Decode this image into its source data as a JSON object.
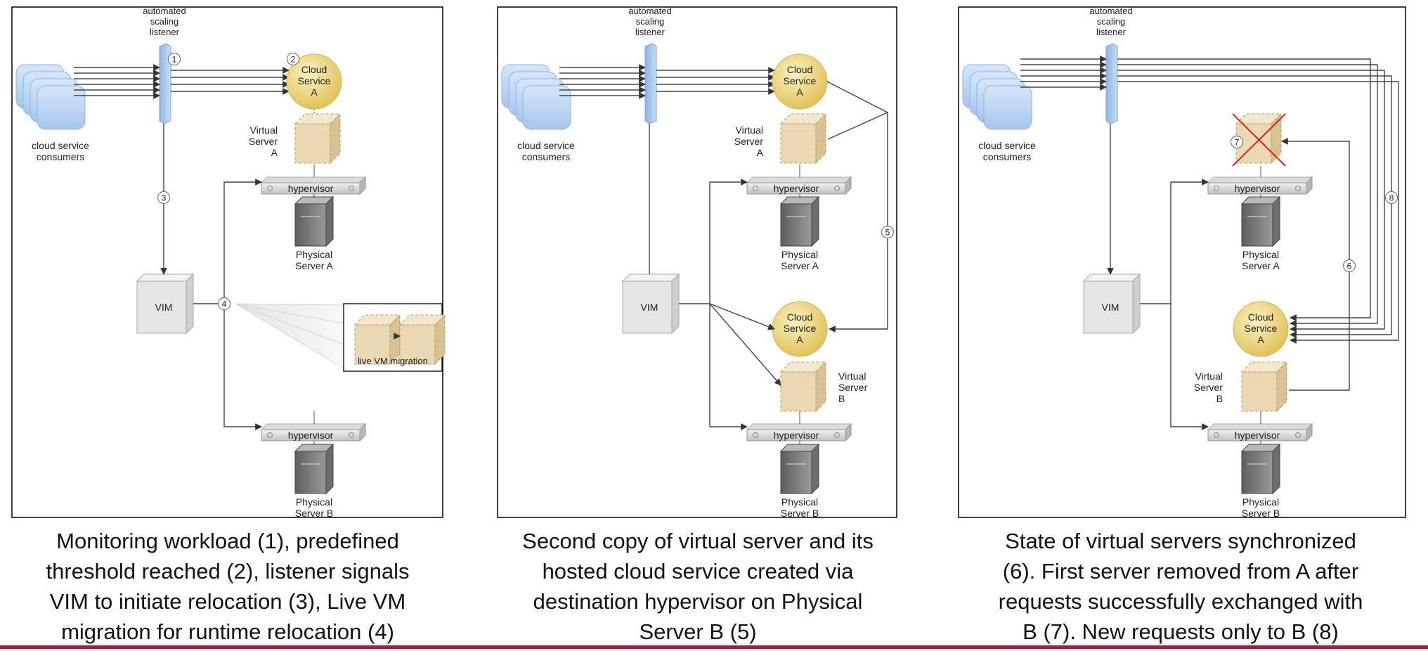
{
  "panels": [
    {
      "listener_label": [
        "automated",
        "scaling",
        "listener"
      ],
      "consumers_label": [
        "cloud service",
        "consumers"
      ],
      "cloud_top": [
        "Cloud",
        "Service",
        "A"
      ],
      "vs_top": [
        "Virtual",
        "Server",
        "A"
      ],
      "hypervisor": "hypervisor",
      "ps_a": [
        "Physical",
        "Server A"
      ],
      "vim": "VIM",
      "ps_b": [
        "Physical",
        "Server B"
      ],
      "migration_label": "live VM migration",
      "steps": [
        "1",
        "2",
        "3",
        "4"
      ],
      "caption": [
        "Monitoring workload (1), predefined",
        "threshold reached (2), listener signals",
        "VIM to initiate relocation (3), Live VM",
        "migration for runtime relocation (4)"
      ]
    },
    {
      "listener_label": [
        "automated",
        "scaling",
        "listener"
      ],
      "consumers_label": [
        "cloud service",
        "consumers"
      ],
      "cloud_top": [
        "Cloud",
        "Service",
        "A"
      ],
      "vs_top": [
        "Virtual",
        "Server",
        "A"
      ],
      "hypervisor": "hypervisor",
      "ps_a": [
        "Physical",
        "Server A"
      ],
      "vim": "VIM",
      "cloud_bottom": [
        "Cloud",
        "Service",
        "A"
      ],
      "vs_bottom": [
        "Virtual",
        "Server",
        "B"
      ],
      "ps_b": [
        "Physical",
        "Server B"
      ],
      "steps": [
        "5"
      ],
      "caption": [
        "Second copy of virtual server and its",
        "hosted cloud service created via",
        "destination hypervisor on Physical",
        "Server B (5)"
      ]
    },
    {
      "listener_label": [
        "automated",
        "scaling",
        "listener"
      ],
      "consumers_label": [
        "cloud service",
        "consumers"
      ],
      "hypervisor": "hypervisor",
      "ps_a": [
        "Physical",
        "Server A"
      ],
      "vim": "VIM",
      "cloud_bottom": [
        "Cloud",
        "Service",
        "A"
      ],
      "vs_bottom": [
        "Virtual",
        "Server",
        "B"
      ],
      "ps_b": [
        "Physical",
        "Server B"
      ],
      "steps": [
        "7",
        "8",
        "6"
      ],
      "caption": [
        "State of virtual servers synchronized",
        "(6). First server removed from A after",
        "requests successfully exchanged with",
        "B (7).  New requests only to B (8)"
      ]
    }
  ],
  "colors": {
    "accent_rule": "#a0203a",
    "cloud": "#f0d77a",
    "vs": "#e8d9b8",
    "listener": "#a9c8ec",
    "consumer": "#bcd7f5"
  }
}
